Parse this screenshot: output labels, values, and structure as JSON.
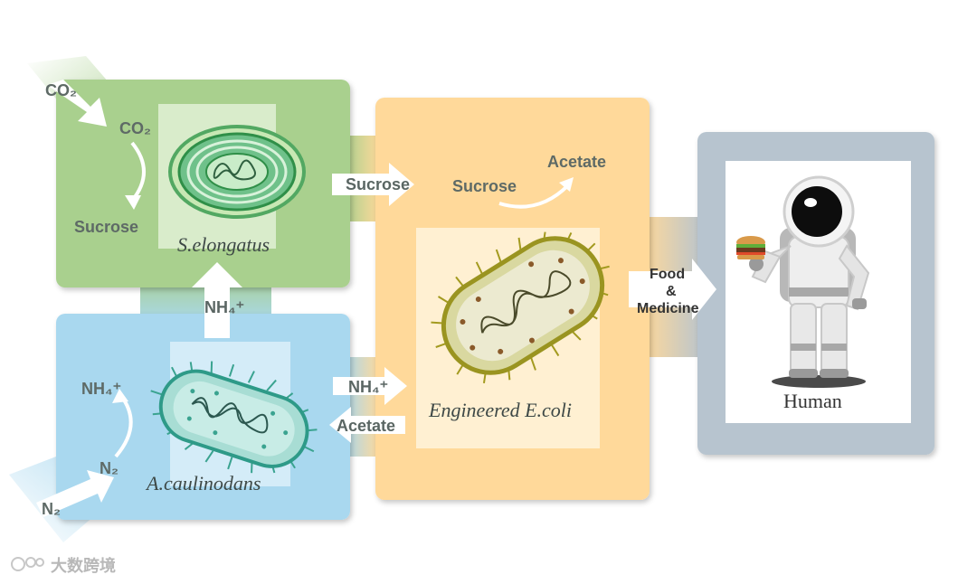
{
  "panels": {
    "cyano": {
      "organism": "S.elongatus",
      "input": "CO₂",
      "product": "Sucrose"
    },
    "rhizo": {
      "organism": "A.caulinodans",
      "input": "N₂",
      "product": "NH₄⁺"
    },
    "ecoli": {
      "organism": "Engineered E.coli",
      "input": "Sucrose",
      "product": "Acetate"
    },
    "human": {
      "label": "Human"
    }
  },
  "external_inputs": {
    "co2": "CO₂",
    "n2": "N₂"
  },
  "flows": {
    "sucrose_to_ecoli": "Sucrose",
    "nh4_up": "NH₄⁺",
    "nh4_to_ecoli": "NH₄⁺",
    "acetate_to_rhizo": "Acetate",
    "output_line1": "Food",
    "output_line2": "&",
    "output_line3": "Medicine"
  },
  "watermark": "大数跨境",
  "colors": {
    "green_panel": "#a9d08e",
    "blue_panel": "#a9d8ef",
    "orange_panel": "#ffd99a",
    "gray_panel": "#b7c4cf"
  }
}
